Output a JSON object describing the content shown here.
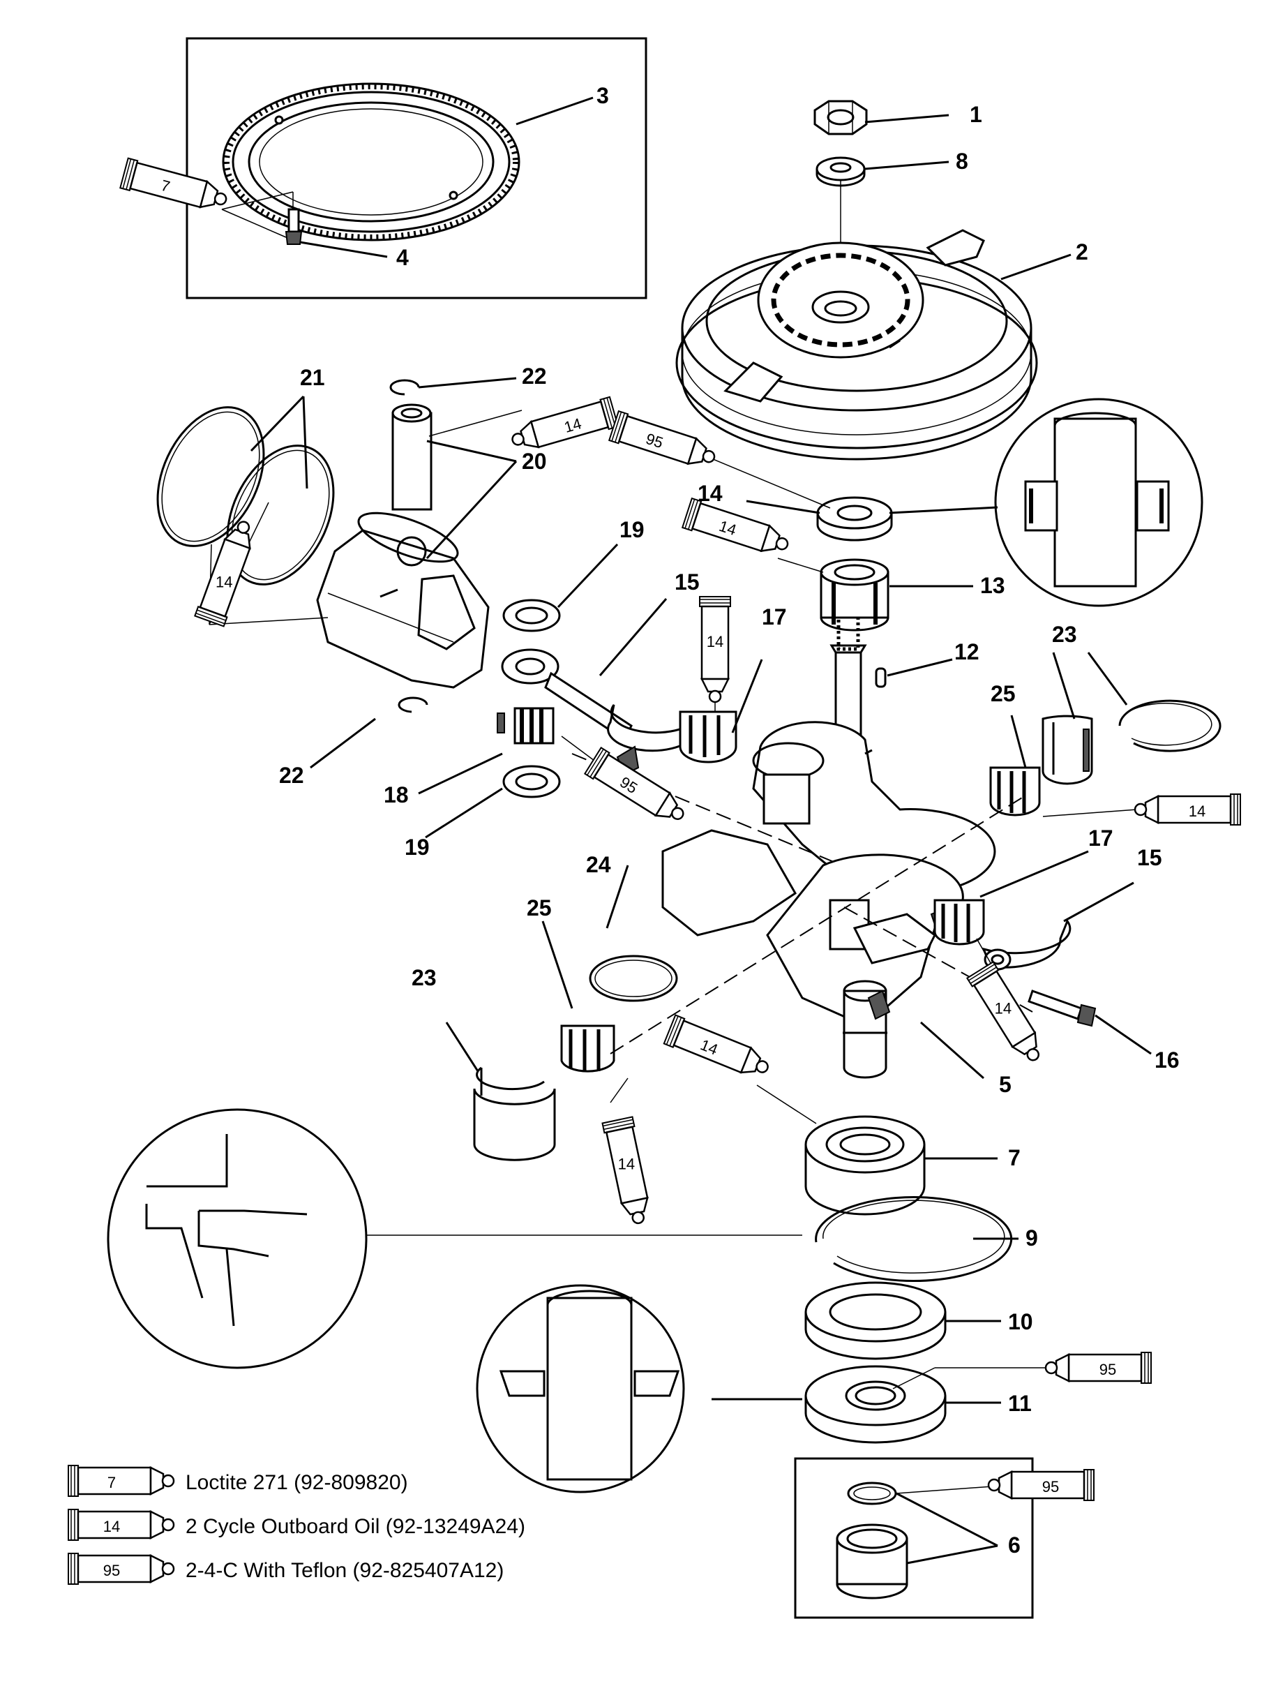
{
  "callouts": {
    "c1": "1",
    "c2": "2",
    "c3": "3",
    "c4": "4",
    "c5": "5",
    "c6": "6",
    "c7": "7",
    "c8": "8",
    "c9": "9",
    "c10": "10",
    "c11": "11",
    "c12": "12",
    "c13": "13",
    "c14a": "14",
    "c15a": "15",
    "c15b": "15",
    "c16": "16",
    "c17a": "17",
    "c17b": "17",
    "c18": "18",
    "c19a": "19",
    "c19b": "19",
    "c20": "20",
    "c21": "21",
    "c22a": "22",
    "c22b": "22",
    "c23a": "23",
    "c23b": "23",
    "c24": "24",
    "c25a": "25",
    "c25b": "25"
  },
  "tubes": {
    "t7_ring": "7",
    "t14_pin": "14",
    "t95_top": "95",
    "t14_bearing": "14",
    "t14_vert": "14",
    "t14_piston": "14",
    "t95_rod": "95",
    "t14_right": "14",
    "t14_cap": "14",
    "t14_mid": "14",
    "t14_low": "14",
    "t95_seal": "95",
    "t95_box": "95"
  },
  "legend": [
    {
      "code": "7",
      "text": "Loctite 271 (92-809820)"
    },
    {
      "code": "14",
      "text": "2 Cycle Outboard Oil (92-13249A24)"
    },
    {
      "code": "95",
      "text": "2-4-C  With Teflon (92-825407A12)"
    }
  ]
}
